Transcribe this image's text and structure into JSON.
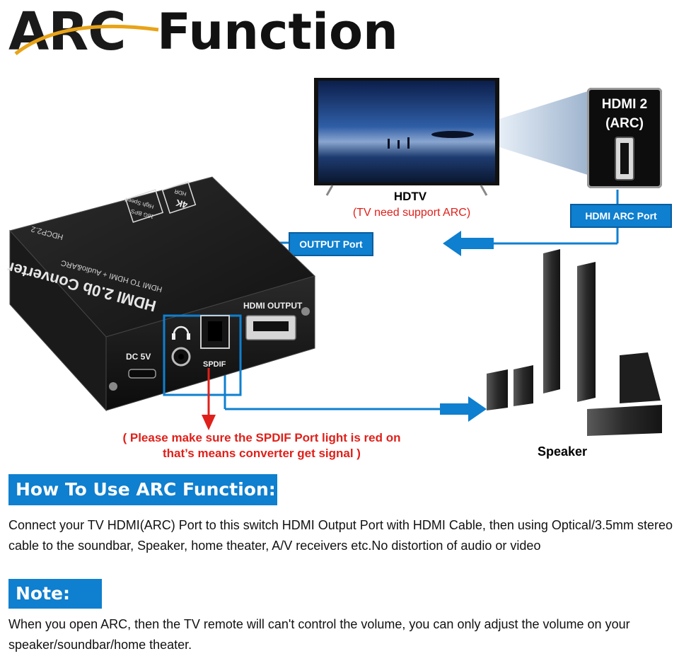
{
  "header": {
    "arc": "ARC",
    "function": "Function"
  },
  "tv": {
    "port_label": "HDMI 2\n(ARC)",
    "port_button": "HDMI ARC Port",
    "label": "HDTV",
    "note": "(TV need support ARC)"
  },
  "converter": {
    "output_button": "OUTPUT Port",
    "hdmi_output": "HDMI OUTPUT",
    "spdif": "SPDIF",
    "dc": "DC 5V",
    "top_title": "HDMI 2.0b Converter",
    "top_sub": "HDMI TO HDMI + Audio&ARC",
    "side": "HDCP2.2",
    "badge_4k": "4K",
    "badge_hdr": "HDR",
    "badge_speed": "18G BPS",
    "badge_high": "High Speed"
  },
  "spdif_note": "( Please make sure the SPDIF Port light is red on\nthat’s means converter get signal )",
  "speaker": {
    "label": "Speaker"
  },
  "how_to": {
    "heading": "How To Use ARC Function:",
    "body": "Connect your TV HDMI(ARC) Port to this switch HDMI Output Port with HDMI Cable, then using Optical/3.5mm stereo cable to the soundbar, Speaker, home theater, A/V receivers etc.No distortion of audio or video"
  },
  "note": {
    "heading": "Note:",
    "body": "When you open ARC, then the TV remote will can't control the volume, you can only adjust the volume on your speaker/soundbar/home theater."
  },
  "colors": {
    "accent_blue": "#0f7fcf",
    "alert_red": "#e0201a",
    "device_black": "#1b1b1b"
  },
  "icons": [
    "headphone-icon",
    "tv-icon",
    "speaker-icon",
    "arrow-left-icon",
    "arrow-right-icon",
    "arrow-down-icon"
  ]
}
